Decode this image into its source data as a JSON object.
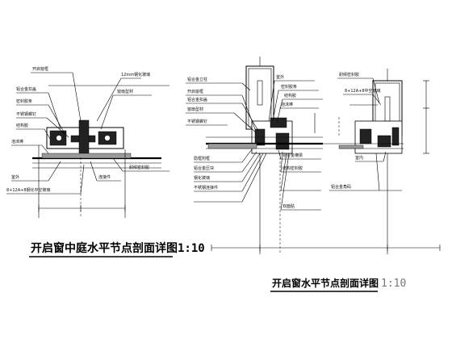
{
  "left_detail": {
    "title": "开启窗中庭水平节点剖面详图",
    "scale": "1:10",
    "labels": [
      "开启窗框",
      "12mm钢化玻璃",
      "铝合金扣盖",
      "窗扇型材",
      "密封胶条",
      "不锈钢螺钉",
      "结构胶",
      "泡沫棒",
      "耐候密封胶",
      "室外",
      "8+12A+8钢化中空玻璃",
      "连接件"
    ],
    "dimensions": [
      "",
      ""
    ]
  },
  "right_detail": {
    "title": "开启窗水平节点剖面详图",
    "scale": "1:10",
    "labels": [
      "铝合金立柱",
      "开启窗框",
      "铝合金扣盖",
      "窗扇型材",
      "不锈钢螺钉",
      "室外",
      "密封胶条",
      "结构胶",
      "泡沫棒",
      "耐候密封胶",
      "8+12A+8中空玻璃",
      "隐框附框",
      "铝合金压块",
      "钢化玻璃",
      "不锈钢连接件",
      "铝合金横梁",
      "结构密封胶",
      "双面贴",
      "铝合金角码",
      "室内"
    ],
    "dimensions": [
      "",
      "",
      ""
    ]
  }
}
